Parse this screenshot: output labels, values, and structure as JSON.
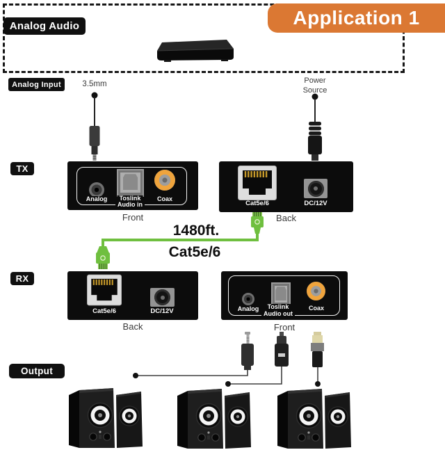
{
  "header": {
    "source_label": "Analog Audio",
    "application_badge": "Application 1"
  },
  "input_section": {
    "label": "Analog Input",
    "jack_label": "3.5mm",
    "power_line1": "Power",
    "power_line2": "Source"
  },
  "tx": {
    "label": "TX",
    "front": {
      "analog": "Analog",
      "toslink_line1": "Toslink",
      "toslink_line2": "Audio in",
      "coax": "Coax",
      "caption": "Front"
    },
    "back": {
      "rj45": "Cat5e/6",
      "dc": "DC/12V",
      "caption": "Back"
    }
  },
  "link": {
    "distance": "1480ft.",
    "cable_type": "Cat5e/6"
  },
  "rx": {
    "label": "RX",
    "back": {
      "rj45": "Cat5e/6",
      "dc": "DC/12V",
      "caption": "Back"
    },
    "front": {
      "analog": "Analog",
      "toslink_line1": "Toslink",
      "toslink_line2": "Audio out",
      "coax": "Coax",
      "caption": "Front"
    }
  },
  "output_section": {
    "label": "Output"
  },
  "colors": {
    "accent_orange": "#db7833",
    "cable_green": "#6fbf3f",
    "coax_orange": "#efa43d"
  }
}
